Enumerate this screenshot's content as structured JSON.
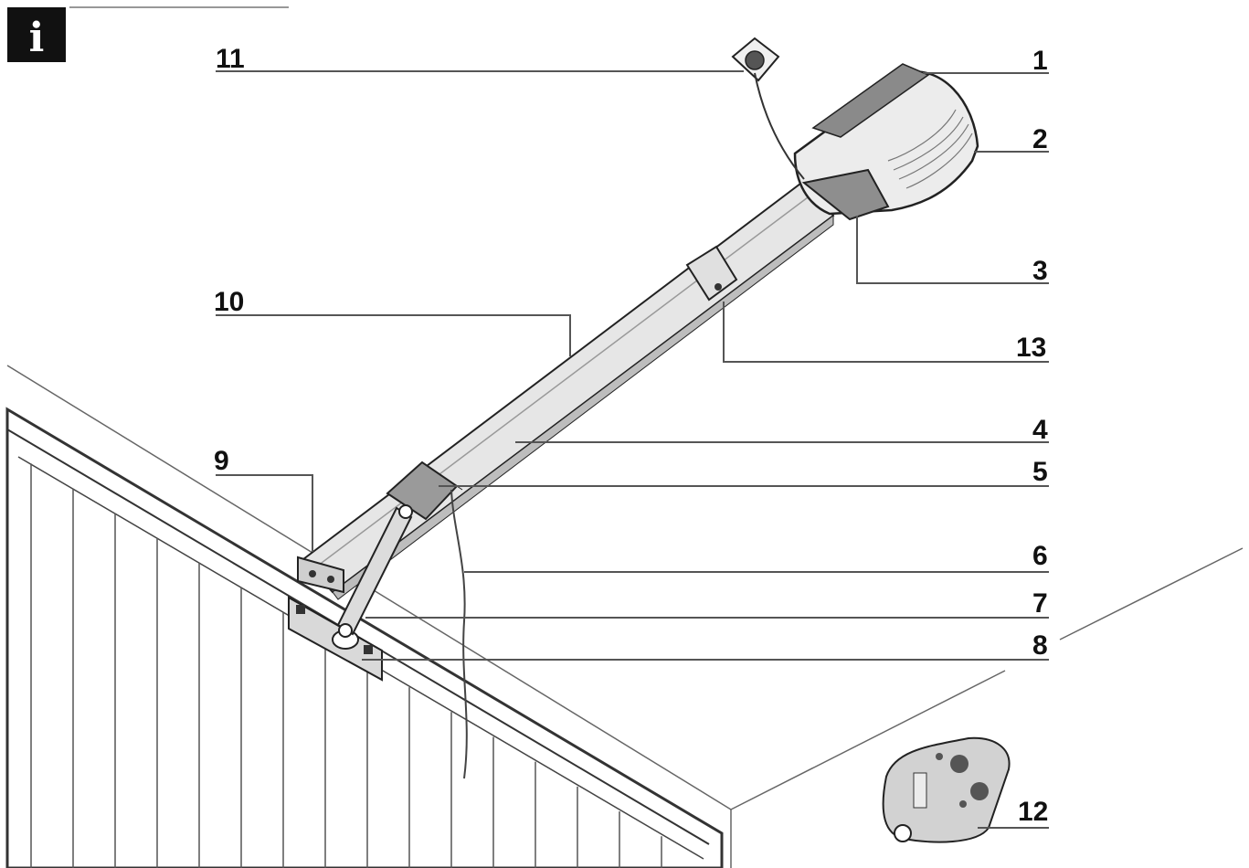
{
  "info_icon": {
    "icon": "info-icon",
    "glyph": "i"
  },
  "callouts": [
    {
      "id": "1",
      "label": "1"
    },
    {
      "id": "2",
      "label": "2"
    },
    {
      "id": "3",
      "label": "3"
    },
    {
      "id": "4",
      "label": "4"
    },
    {
      "id": "5",
      "label": "5"
    },
    {
      "id": "6",
      "label": "6"
    },
    {
      "id": "7",
      "label": "7"
    },
    {
      "id": "8",
      "label": "8"
    },
    {
      "id": "9",
      "label": "9"
    },
    {
      "id": "10",
      "label": "10"
    },
    {
      "id": "11",
      "label": "11"
    },
    {
      "id": "12",
      "label": "12"
    },
    {
      "id": "13",
      "label": "13"
    }
  ],
  "colors": {
    "line": "#333333",
    "leader": "#555555",
    "rail_fill": "#d9d9d9",
    "motor_fill": "#e4e4e4",
    "dark_part": "#7a7a7a",
    "icon_bg": "#111111"
  }
}
